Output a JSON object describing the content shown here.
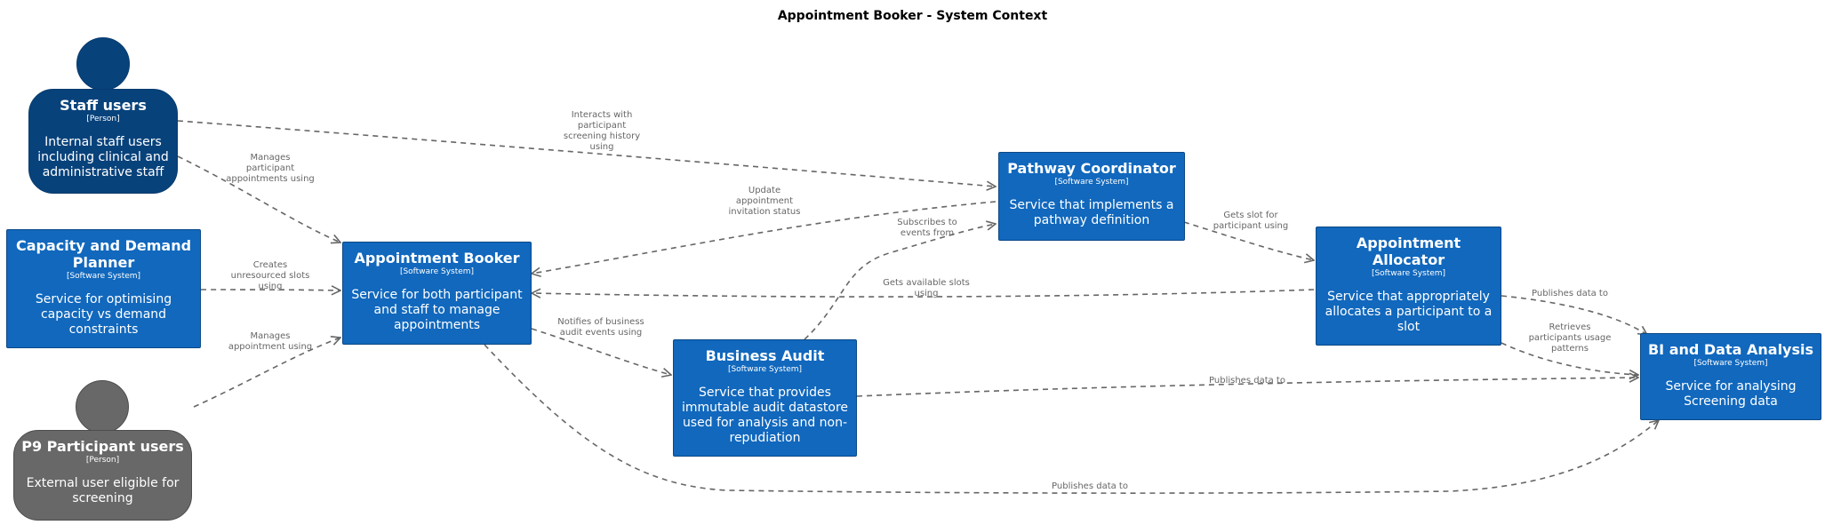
{
  "title": "Appointment Booker - System Context",
  "colors": {
    "system": "#1168bd",
    "person": "#08427b",
    "external_person": "#686868",
    "relation": "#666666"
  },
  "people": {
    "staff": {
      "name": "Staff users",
      "type": "[Person]",
      "desc": "Internal staff users including clinical and administrative staff"
    },
    "p9": {
      "name": "P9 Participant users",
      "type": "[Person]",
      "desc": "External user eligible for screening"
    }
  },
  "systems": {
    "capacity": {
      "name": "Capacity and Demand Planner",
      "type": "[Software System]",
      "desc": "Service for optimising capacity vs demand constraints"
    },
    "booker": {
      "name": "Appointment Booker",
      "type": "[Software System]",
      "desc": "Service for both participant and staff to manage appointments"
    },
    "audit": {
      "name": "Business Audit",
      "type": "[Software System]",
      "desc": "Service that provides immutable audit datastore used for analysis and non-repudiation"
    },
    "pathway": {
      "name": "Pathway Coordinator",
      "type": "[Software System]",
      "desc": "Service that implements a pathway definition"
    },
    "allocator": {
      "name": "Appointment Allocator",
      "type": "[Software System]",
      "desc": "Service that appropriately allocates a participant to a slot"
    },
    "bi": {
      "name": "BI and Data Analysis",
      "type": "[Software System]",
      "desc": "Service for analysing Screening data"
    }
  },
  "relations": {
    "staff_pathway": "Interacts with\nparticipant\nscreening history\nusing",
    "staff_booker": "Manages\nparticipant\nappointments using",
    "pathway_booker": "Update\nappointment\ninvitation status",
    "capacity_booker": "Creates\nunresourced slots\nusing",
    "audit_pathway": "Subscribes to\nevents from",
    "pathway_allocator": "Gets slot for\nparticipant using",
    "allocator_booker": "Gets available slots\nusing",
    "booker_audit": "Notifies of business\naudit events using",
    "p9_booker": "Manages\nappointment using",
    "allocator_bi_publish": "Publishes data to",
    "allocator_bi_retrieve": "Retrieves\nparticipants usage\npatterns",
    "audit_bi": "Publishes data to",
    "booker_bi": "Publishes data to"
  }
}
